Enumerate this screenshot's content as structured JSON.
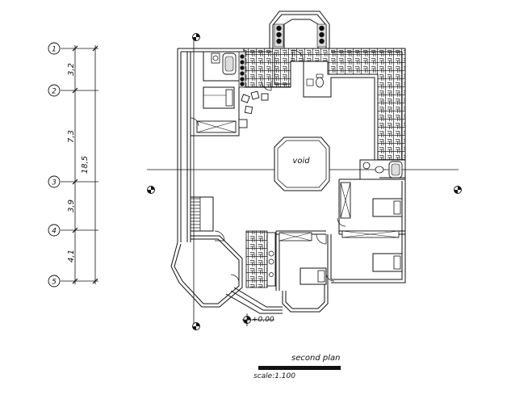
{
  "grid": {
    "bubbles": [
      "1",
      "2",
      "3",
      "4",
      "5"
    ],
    "spans": [
      "3,2",
      "7,3",
      "3,9",
      "4,1"
    ],
    "total": "18,5"
  },
  "labels": {
    "void": "void",
    "level": "+0.00",
    "plan_title": "second plan",
    "scale": "scale:1.100"
  }
}
